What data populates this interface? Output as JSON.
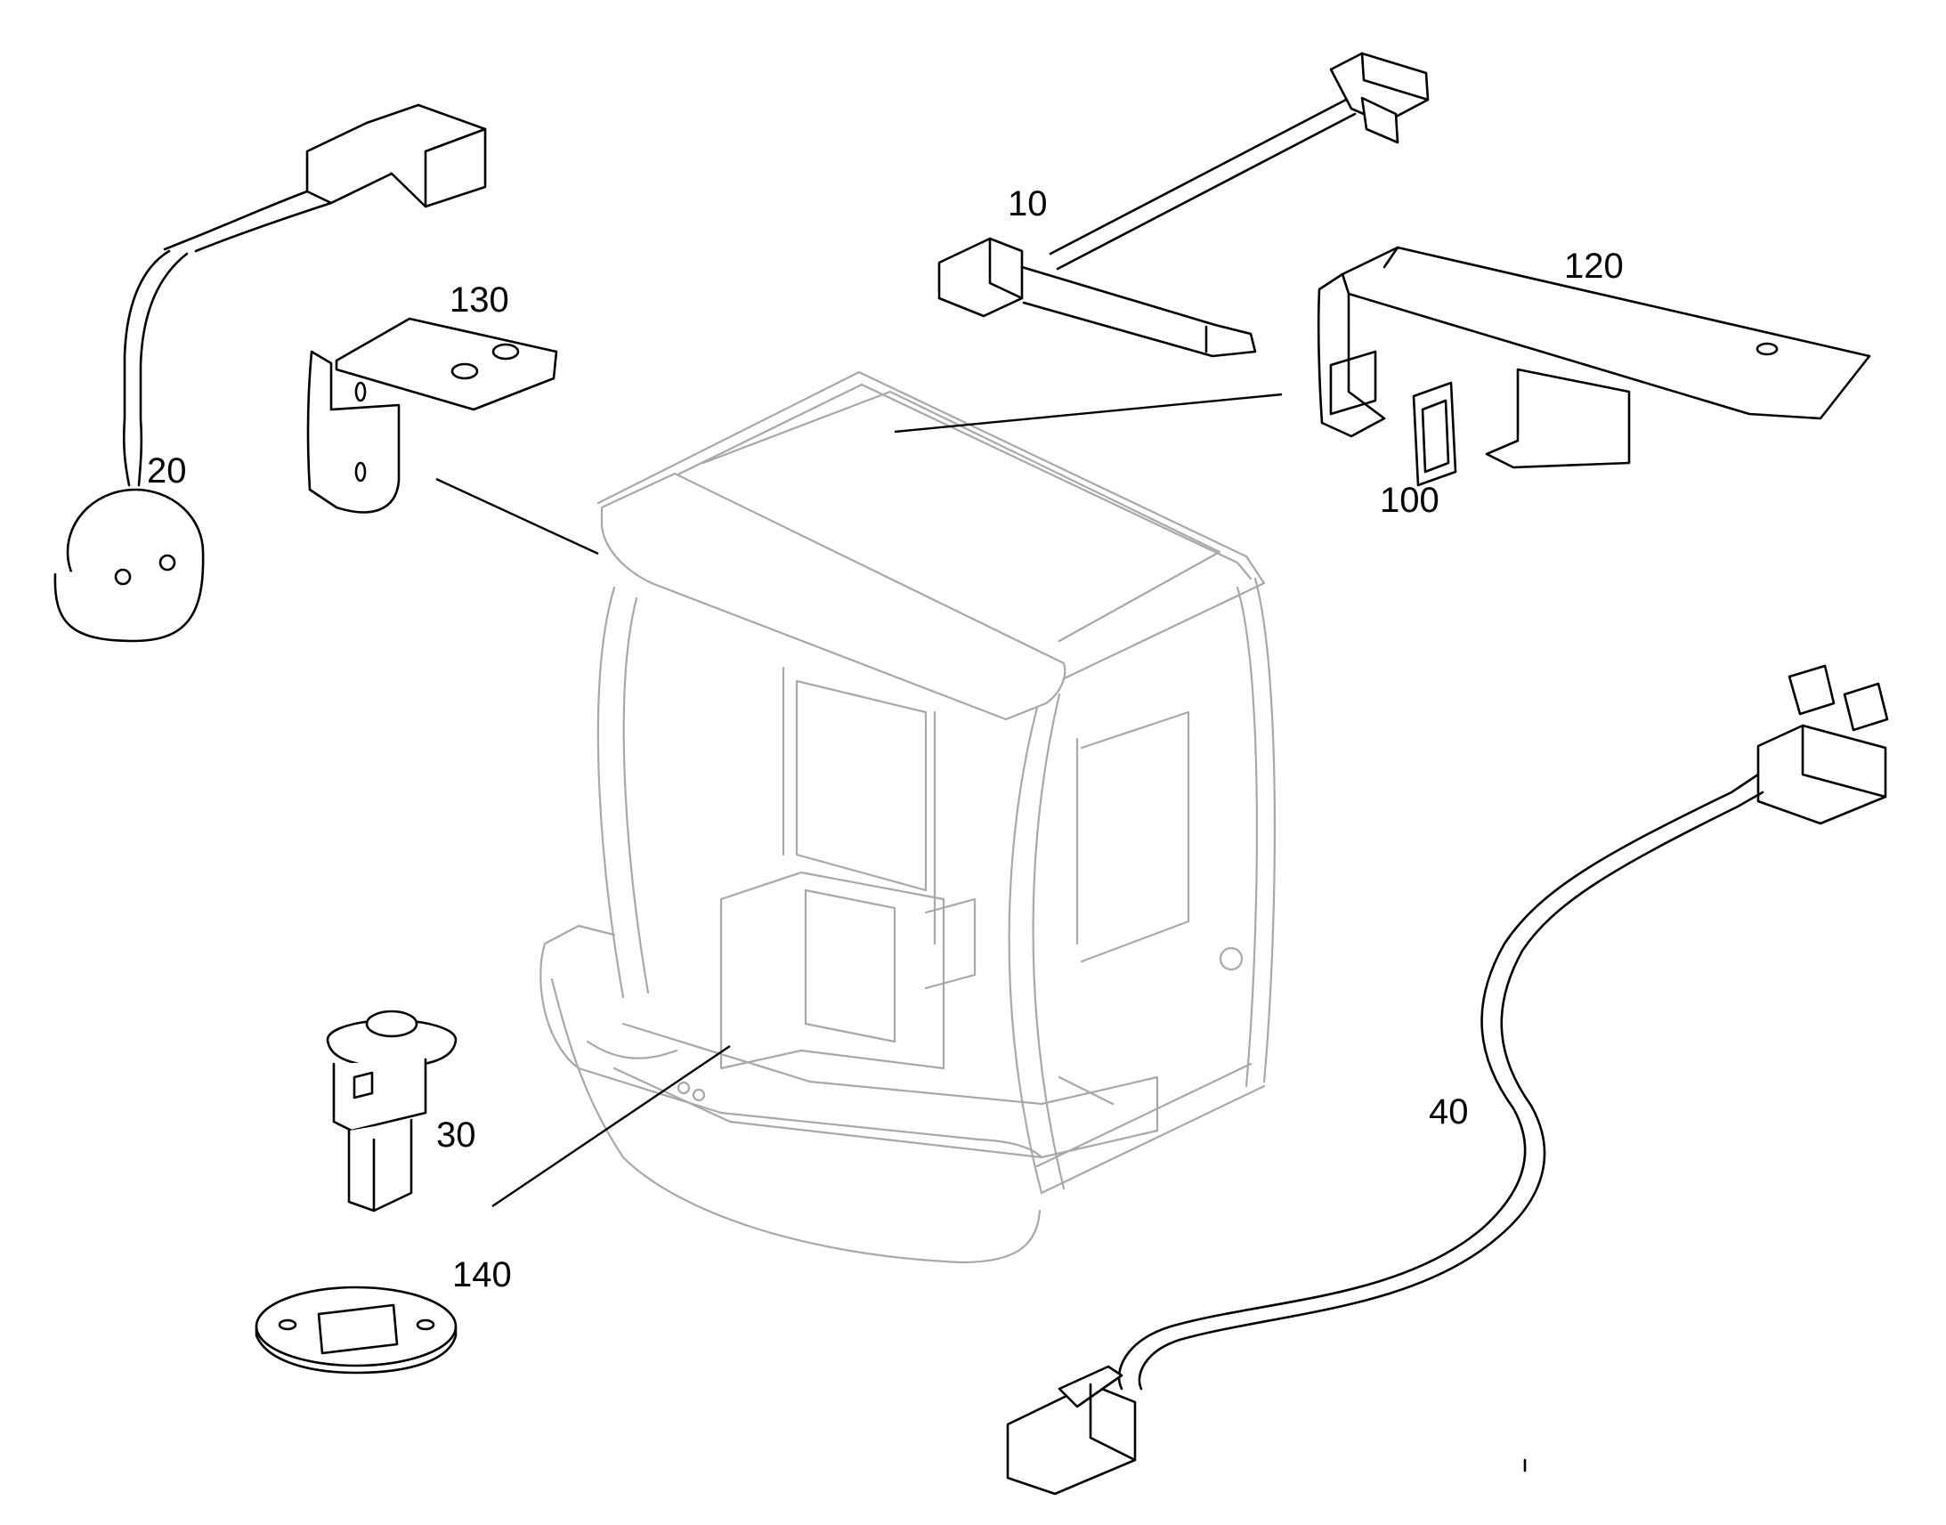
{
  "parts": [
    {
      "id": "part-10",
      "label": "10"
    },
    {
      "id": "part-20",
      "label": "20"
    },
    {
      "id": "part-30",
      "label": "30"
    },
    {
      "id": "part-40",
      "label": "40"
    },
    {
      "id": "part-100",
      "label": "100"
    },
    {
      "id": "part-120",
      "label": "120"
    },
    {
      "id": "part-130",
      "label": "130"
    },
    {
      "id": "part-140",
      "label": "140"
    }
  ]
}
